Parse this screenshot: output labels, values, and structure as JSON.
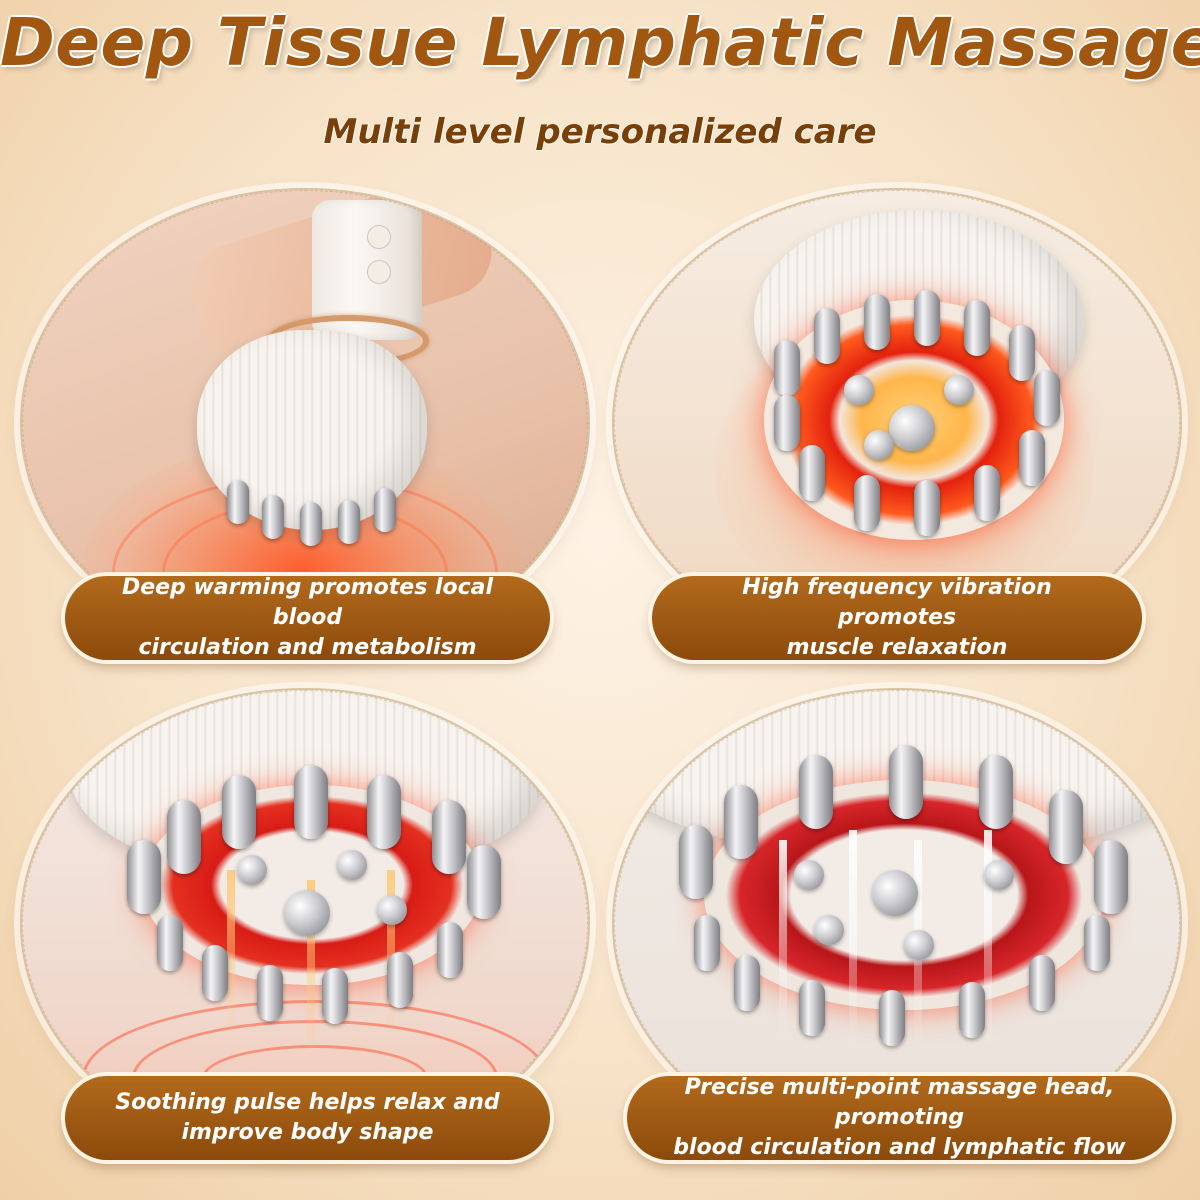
{
  "header": {
    "title": "Deep Tissue Lymphatic Massager",
    "subtitle": "Multi level personalized care"
  },
  "panels": [
    {
      "caption": "Deep warming promotes local blood\ncirculation and metabolism"
    },
    {
      "caption": "High frequency vibration promotes\nmuscle relaxation"
    },
    {
      "caption": "Soothing pulse helps relax and\nimprove body shape"
    },
    {
      "caption": "Precise multi-point massage head, promoting\nblood circulation and lymphatic flow"
    }
  ],
  "colors": {
    "title": "#a1570f",
    "caption_bg": "#9a5512",
    "red_light": "#d81c16",
    "background": "#f7e3c8"
  }
}
